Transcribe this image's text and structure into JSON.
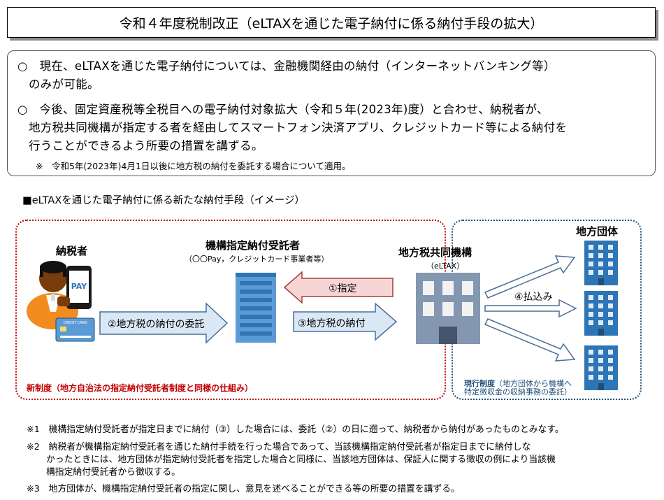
{
  "title": "令和４年度税制改正（eLTAXを通じた電子納付に係る納付手段の拡大）",
  "summary": {
    "line1": "○　現在、eLTAXを通じた電子納付については、金融機関経由の納付（インターネットバンキング等）",
    "line2": "のみが可能。",
    "line3": "○　今後、固定資産税等全税目への電子納付対象拡大（令和５年(2023年)度）と合わせ、納税者が、",
    "line4": "地方税共同機構が指定する者を経由してスマートフォン決済アプリ、クレジットカード等による納付を",
    "line5": "行うことができるよう所要の措置を講ずる。",
    "note": "※　令和5年(2023年)4月1日以後に地方税の納付を委託する場合について適用。"
  },
  "section_heading": "■eLTAXを通じた電子納付に係る新たな納付手段（イメージ）",
  "diagram": {
    "taxpayer_label": "納税者",
    "pay_text": "PAY",
    "card_text": "CREDIT CARD",
    "designee_label": "機構指定納付受託者",
    "designee_sub": "（〇〇Pay，クレジットカード事業者等）",
    "jlis_label": "地方税共同機構",
    "jlis_sub": "（eLTAX）",
    "local_gov_label": "地方団体",
    "arrow1": "①指定",
    "arrow2": "②地方税の納付の委託",
    "arrow3": "③地方税の納付",
    "arrow4": "④払込み",
    "new_system": "新制度（地方自治法の指定納付受託者制度と同様の仕組み）",
    "current_system_bold": "現行制度",
    "current_system_note1": "（地方団体から機構へ",
    "current_system_note2": "特定徴収金の収納事務の委託）",
    "colors": {
      "red": "#c00000",
      "blue": "#1f4e79",
      "arrow_fill": "#dae8f5",
      "arrow_stroke": "#4a6e96",
      "arrow1_fill": "#f8d5d5",
      "arrow1_stroke": "#a04040"
    }
  },
  "footnotes": {
    "f1": "※1　機構指定納付受託者が指定日までに納付（③）した場合には、委託（②）の日に遡って、納税者から納付があったものとみなす。",
    "f2a": "※2　納税者が機構指定納付受託者を通じた納付手続を行った場合であって、当該機構指定納付受託者が指定日までに納付しな",
    "f2b": "かったときには、地方団体が指定納付受託者を指定した場合と同様に、当該地方団体は、保証人に関する徴収の例により当該機",
    "f2c": "構指定納付受託者から徴収する。",
    "f3": "※3　地方団体が、機構指定納付受託者の指定に関し、意見を述べることができる等の所要の措置を講ずる。"
  }
}
